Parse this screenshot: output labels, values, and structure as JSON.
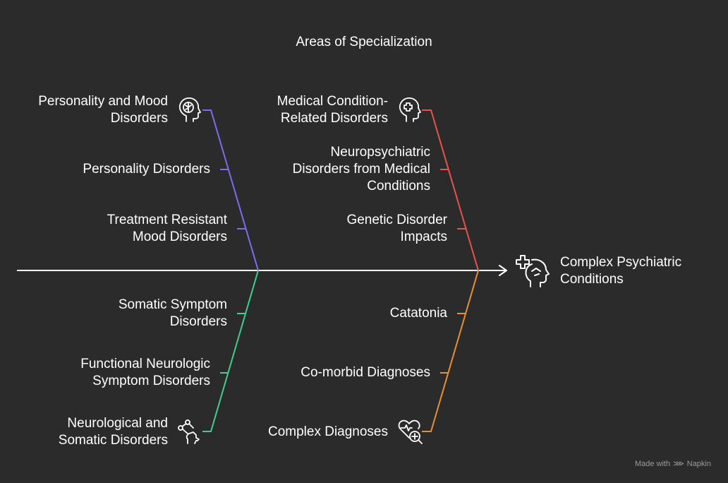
{
  "title": "Areas of Specialization",
  "effect": {
    "label": "Complex Psychiatric Conditions",
    "lines": [
      "Complex Psychiatric",
      "Conditions"
    ],
    "icon": "head-plus-icon"
  },
  "categories": {
    "top_left": {
      "color": "#7b6cf0",
      "title_lines": [
        "Personality and Mood",
        "Disorders"
      ],
      "icon": "brain-head-icon",
      "causes": [
        {
          "lines": [
            "Personality Disorders"
          ]
        },
        {
          "lines": [
            "Treatment Resistant",
            "Mood Disorders"
          ]
        }
      ]
    },
    "top_right": {
      "color": "#e8524e",
      "title_lines": [
        "Medical Condition-",
        "Related Disorders"
      ],
      "icon": "medical-head-icon",
      "causes": [
        {
          "lines": [
            "Neuropsychiatric",
            "Disorders from Medical",
            "Conditions"
          ]
        },
        {
          "lines": [
            "Genetic Disorder",
            "Impacts"
          ]
        }
      ]
    },
    "bottom_left": {
      "color": "#3ecf8e",
      "title_lines": [
        "Neurological and",
        "Somatic Disorders"
      ],
      "icon": "neuro-body-icon",
      "causes": [
        {
          "lines": [
            "Somatic Symptom",
            "Disorders"
          ]
        },
        {
          "lines": [
            "Functional Neurologic",
            "Symptom Disorders"
          ]
        }
      ]
    },
    "bottom_right": {
      "color": "#e8902f",
      "title_lines": [
        "Complex Diagnoses"
      ],
      "icon": "heart-search-icon",
      "causes": [
        {
          "lines": [
            "Catatonia"
          ]
        },
        {
          "lines": [
            "Co-morbid Diagnoses"
          ]
        }
      ]
    }
  },
  "footer": {
    "made_with": "Made with",
    "brand": "Napkin"
  }
}
